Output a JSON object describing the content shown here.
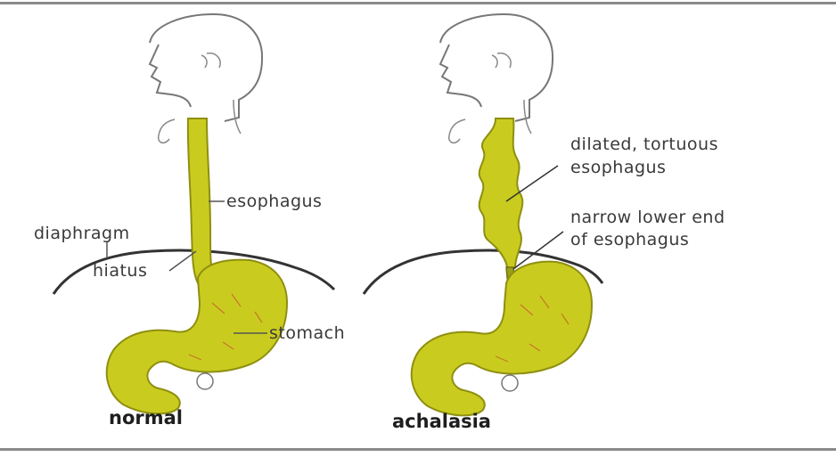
{
  "colors": {
    "organ_fill": "#c9cc1f",
    "organ_stroke": "#8f8f10",
    "line": "#6a6a6a",
    "text": "#3a3a3a",
    "caption": "#1e1e1e"
  },
  "normal": {
    "caption": "normal",
    "labels": {
      "esophagus": "esophagus",
      "diaphragm": "diaphragm",
      "hiatus": "hiatus",
      "stomach": "stomach"
    }
  },
  "achalasia": {
    "caption": "achalasia",
    "labels": {
      "dilated_line1": "dilated, tortuous",
      "dilated_line2": "esophagus",
      "narrow_line1": "narrow lower end",
      "narrow_line2": "of esophagus"
    }
  }
}
